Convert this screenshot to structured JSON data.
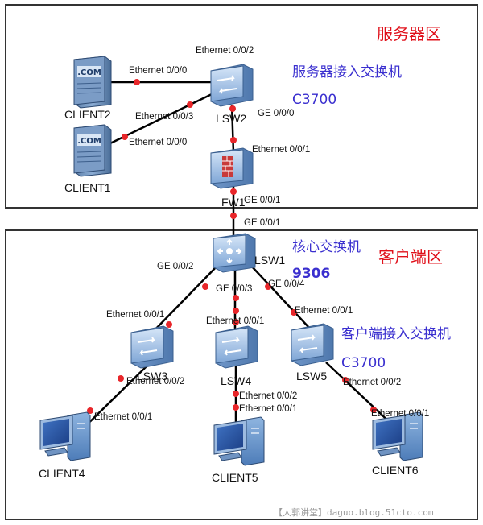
{
  "zones": {
    "server_zone": "服务器区",
    "client_zone": "客户端区"
  },
  "notes": {
    "server_access_switch": "服务器接入交换机",
    "server_access_model": "C3700",
    "core_switch": "核心交换机",
    "core_model": "9306",
    "client_access_switch": "客户端接入交换机",
    "client_access_model": "C3700"
  },
  "nodes": {
    "client2": "CLIENT2",
    "client1": "CLIENT1",
    "lsw2": "LSW2",
    "fw1": "FW1",
    "lsw1": "LSW1",
    "lsw3": "LSW3",
    "lsw4": "LSW4",
    "lsw5": "LSW5",
    "client4": "CLIENT4",
    "client5": "CLIENT5",
    "client6": "CLIENT6"
  },
  "ports": {
    "lsw2_top": "Ethernet 0/0/2",
    "lsw2_client2": "Ethernet 0/0/0",
    "lsw2_client1": "Ethernet 0/0/3",
    "client1_port": "Ethernet 0/0/0",
    "lsw2_fw": "GE 0/0/0",
    "fw_up": "Ethernet 0/0/1",
    "fw_down": "GE 0/0/1",
    "lsw1_up": "GE 0/0/1",
    "lsw1_left": "GE 0/0/2",
    "lsw1_mid": "GE 0/0/3",
    "lsw1_right": "GE 0/0/4",
    "lsw3_up": "Ethernet 0/0/1",
    "lsw4_up": "Ethernet 0/0/1",
    "lsw5_up": "Ethernet 0/0/1",
    "lsw3_down": "Ethernet 0/0/2",
    "client4_port": "Ethernet 0/0/1",
    "lsw4_down": "Ethernet 0/0/2",
    "client5_port": "Ethernet 0/0/1",
    "lsw5_down": "Ethernet 0/0/2",
    "client6_port": "Ethernet 0/0/1"
  },
  "watermark": "【大郭讲堂】daguo.blog.51cto.com",
  "colors": {
    "zone_title": "#e0101a",
    "note": "#3a2fcf",
    "link": "#000000",
    "port_dot": "#e8262a",
    "device_blue": "#7fa8d8"
  }
}
